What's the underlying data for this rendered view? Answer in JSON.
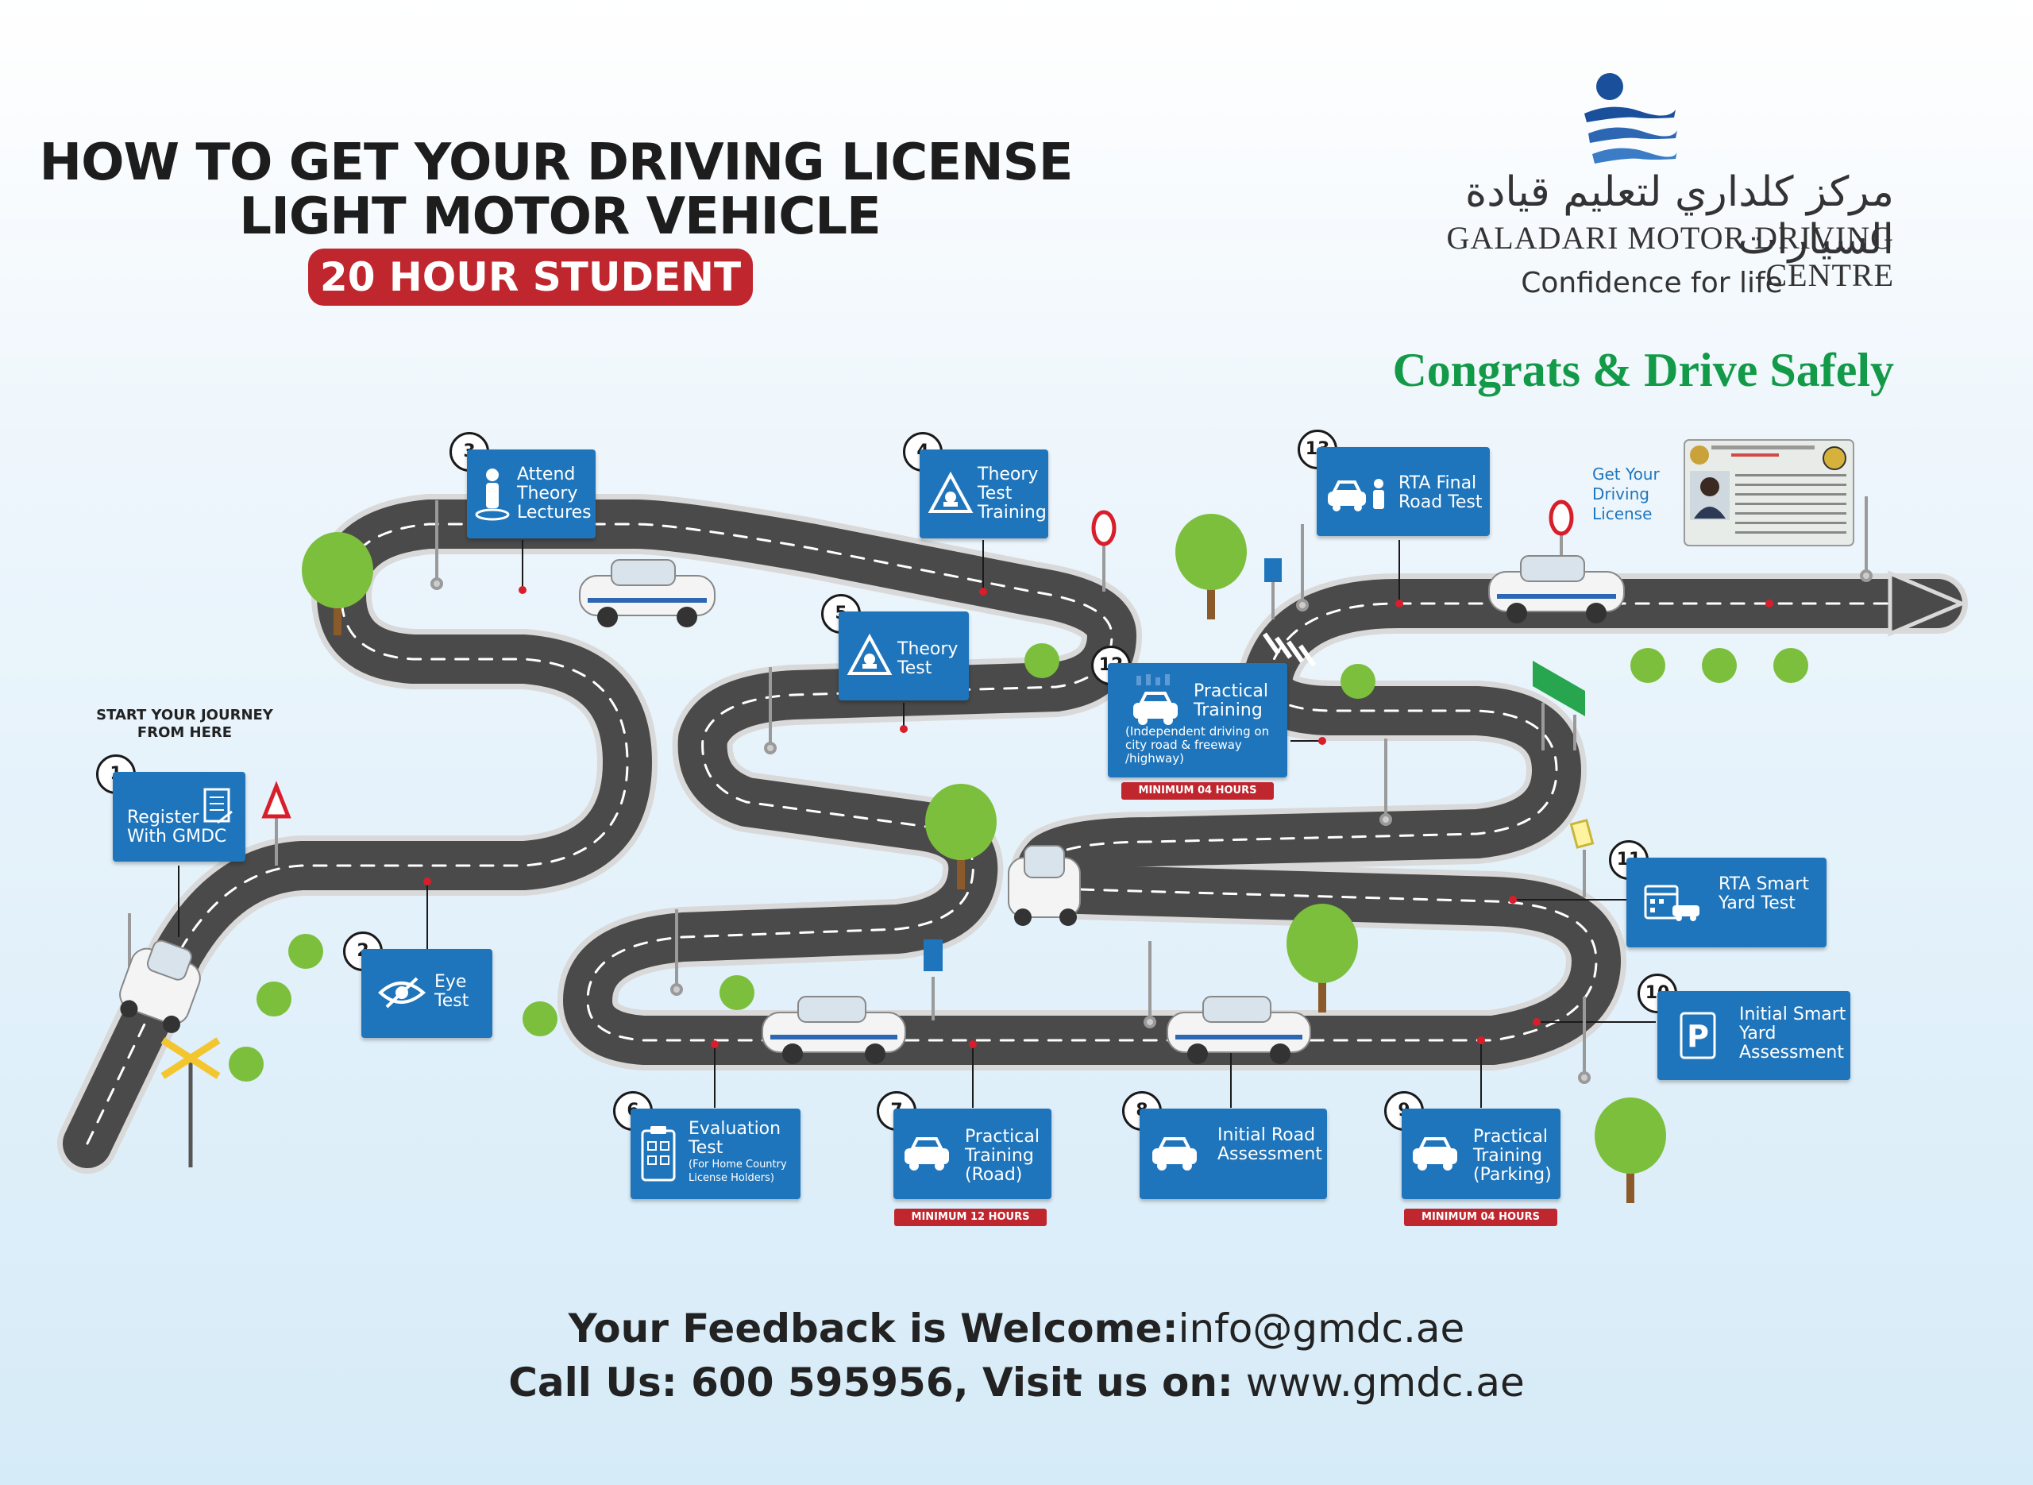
{
  "header": {
    "title_line1": "HOW TO GET YOUR DRIVING LICENSE",
    "title_line2": "LIGHT MOTOR VEHICLE",
    "badge": "20 HOUR STUDENT"
  },
  "logo": {
    "arabic": "مركز كلداري لتعليم قيادة السيارات",
    "english": "GALADARI MOTOR DRIVING CENTRE",
    "tagline": "Confidence for life"
  },
  "congrats": "Congrats & Drive Safely",
  "start_label": "START YOUR JOURNEY FROM HERE",
  "license_label": "Get Your Driving License",
  "steps": [
    {
      "num": "1",
      "label": "Register With GMDC",
      "icon": "register-form-icon"
    },
    {
      "num": "2",
      "label": "Eye Test",
      "icon": "eye-icon"
    },
    {
      "num": "3",
      "label": "Attend Theory Lectures",
      "icon": "person-icon"
    },
    {
      "num": "4",
      "label": "Theory Test Training",
      "icon": "warning-sign-icon"
    },
    {
      "num": "5",
      "label": "Theory Test",
      "icon": "warning-sign-icon"
    },
    {
      "num": "6",
      "label": "Evaluation Test",
      "sub": "(For Home Country License Holders)",
      "icon": "checklist-icon"
    },
    {
      "num": "7",
      "label": "Practical Training (Road)",
      "min": "MINIMUM 12 HOURS",
      "icon": "car-icon"
    },
    {
      "num": "8",
      "label": "Initial Road Assessment",
      "icon": "car-icon"
    },
    {
      "num": "9",
      "label": "Practical Training (Parking)",
      "min": "MINIMUM 04 HOURS",
      "icon": "car-icon"
    },
    {
      "num": "10",
      "label": "Initial Smart Yard Assessment",
      "icon": "parking-icon"
    },
    {
      "num": "11",
      "label": "RTA Smart Yard Test",
      "icon": "calendar-car-icon"
    },
    {
      "num": "12",
      "label": "Practical Training",
      "sub": "(Independent driving on city road & freeway /highway)",
      "min": "MINIMUM 04 HOURS",
      "icon": "car-icon"
    },
    {
      "num": "13",
      "label": "RTA Final Road Test",
      "icon": "car-officer-icon"
    }
  ],
  "footer": {
    "line1_bold": "Your Feedback is Welcome:",
    "line1_normal": "info@gmdc.ae",
    "line2_bold": "Call Us: 600 595956, Visit us on:",
    "line2_normal": " www.gmdc.ae"
  },
  "colors": {
    "step_blue": "#1f75bb",
    "badge_red": "#c0262d",
    "congrats_green": "#139a48",
    "road": "#4a4a4a"
  }
}
